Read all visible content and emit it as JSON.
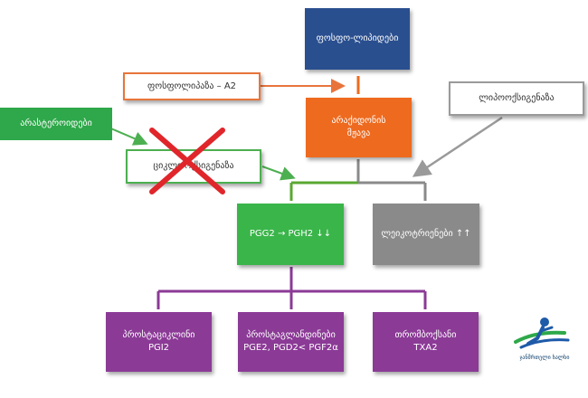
{
  "nodes": {
    "phospholipids": "ფოსფო-ლიპიდები",
    "phospholipase": "ფოსფოლიპაზა – A2",
    "arachidonic_line1": "არაქიდონის",
    "arachidonic_line2": "მჟავა",
    "lipoxygenase": "ლიპოოქსიგენაზა",
    "nsaids": "არასტეროიდები",
    "cyclooxygenase": "ციკლოოქსიგენაზა",
    "pg": "PGG2 → PGH2 ↓↓",
    "leukotrienes": "ლეიკოტრიენები ↑↑",
    "prostacyclin_line1": "პროსტაციკლინი",
    "prostacyclin_line2": "PGI2",
    "prostaglandins_line1": "პროსტაგლანდინები",
    "prostaglandins_line2": "PGE2, PGD2< PGF2α",
    "thromboxane_line1": "თრომბოქსანი",
    "thromboxane_line2": "TXA2"
  },
  "logo": {
    "text": "ჯანმრთელი ხალხი",
    "icon": "running-person-logo"
  },
  "colors": {
    "blue": "#2a4f8f",
    "orange": "#ee6a1f",
    "green": "#3ab54a",
    "gray": "#8a8a8a",
    "purple": "#8b3a96",
    "red_cross": "#e0262b"
  }
}
